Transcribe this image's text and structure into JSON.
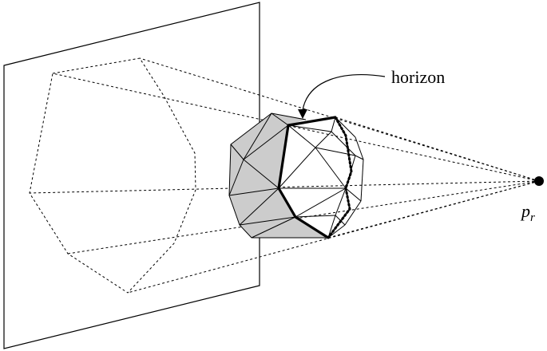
{
  "labels": {
    "horizon": "horizon",
    "point_main": "p",
    "point_sub": "r"
  },
  "colors": {
    "ink": "#000000",
    "shaded_face": "#cccccc",
    "background": "#ffffff"
  }
}
